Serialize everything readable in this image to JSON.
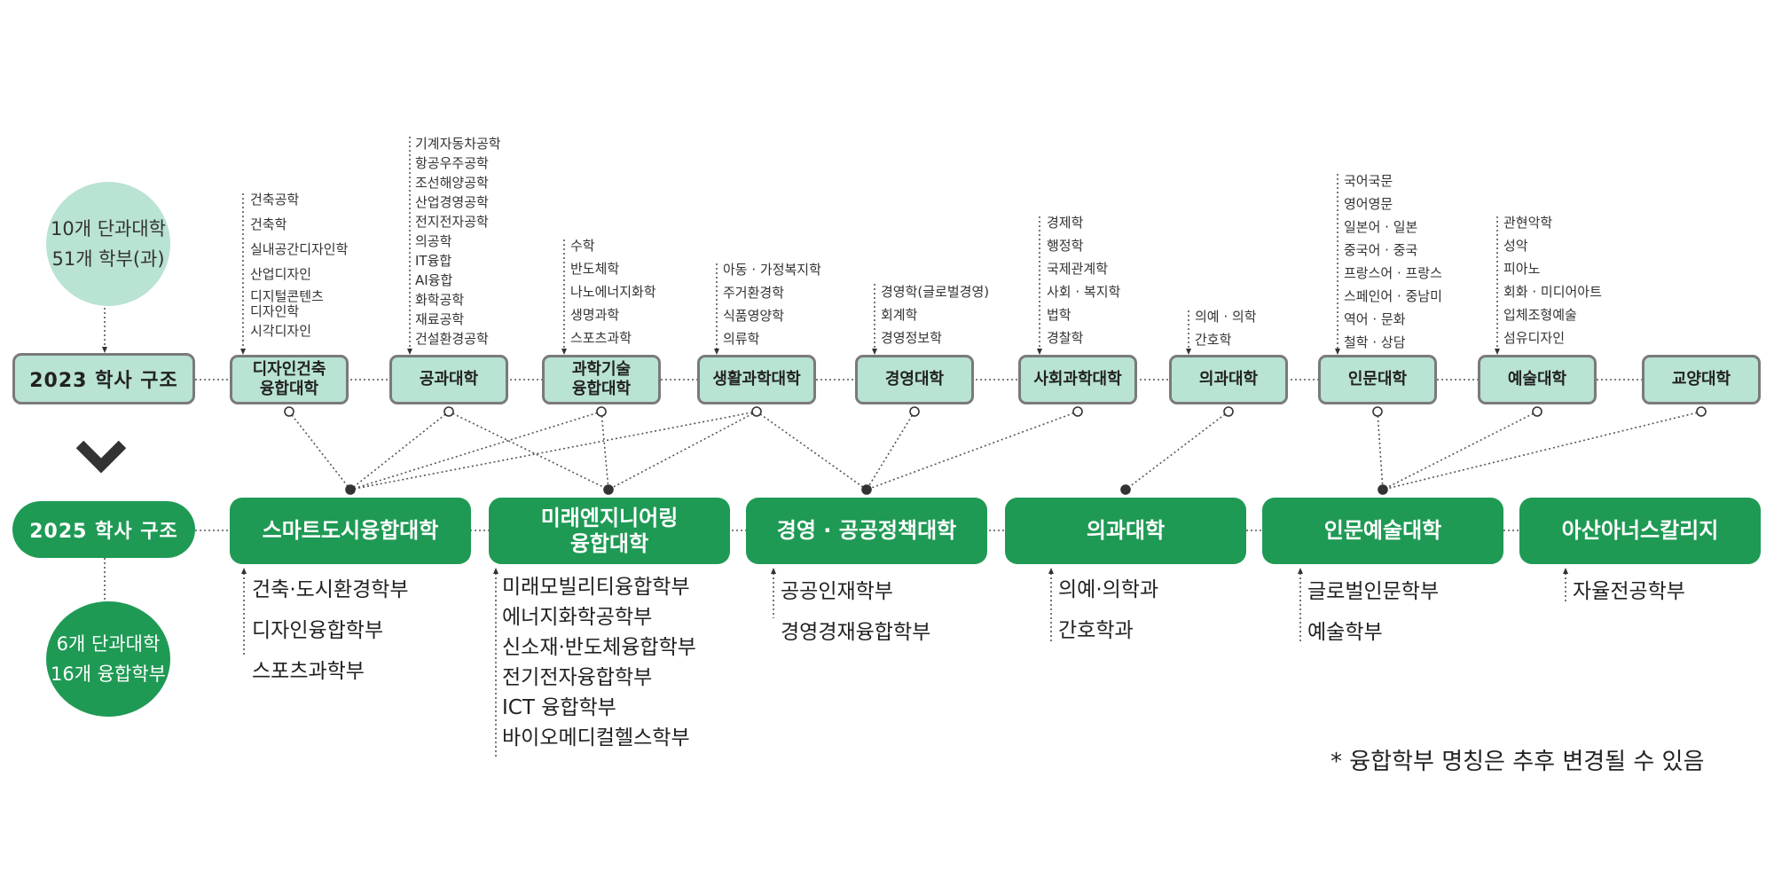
{
  "summary_2023": {
    "line1": "10개 단과대학",
    "line2": "51개 학부(과)"
  },
  "summary_2025": {
    "line1": "6개 단과대학",
    "line2": "16개 융합학부"
  },
  "label_2023": "2023 학사 구조",
  "label_2025": "2025 학사 구조",
  "colleges_2023": [
    {
      "name": "디자인건축\n융합대학",
      "departments": [
        "건축공학",
        "건축학",
        "실내공간디자인학",
        "산업디자인",
        "디지털콘텐츠\n디자인학",
        "시각디자인"
      ]
    },
    {
      "name": "공과대학",
      "departments": [
        "기계자동차공학",
        "항공우주공학",
        "조선해양공학",
        "산업경영공학",
        "전지전자공학",
        "의공학",
        "IT융합",
        "AI융합",
        "화학공학",
        "재료공학",
        "건설환경공학"
      ]
    },
    {
      "name": "과학기술\n융합대학",
      "departments": [
        "수학",
        "반도체학",
        "나노에너지화학",
        "생명과학",
        "스포츠과학"
      ]
    },
    {
      "name": "생활과학대학",
      "departments": [
        "아동 · 가정복지학",
        "주거환경학",
        "식품영양학",
        "의류학"
      ]
    },
    {
      "name": "경영대학",
      "departments": [
        "경영학(글로벌경영)",
        "회계학",
        "경영정보학"
      ]
    },
    {
      "name": "사회과학대학",
      "departments": [
        "경제학",
        "행정학",
        "국제관계학",
        "사회 · 복지학",
        "법학",
        "경찰학"
      ]
    },
    {
      "name": "의과대학",
      "departments": [
        "의예 · 의학",
        "간호학"
      ]
    },
    {
      "name": "인문대학",
      "departments": [
        "국어국문",
        "영어영문",
        "일본어 · 일본",
        "중국어 · 중국",
        "프랑스어 · 프랑스",
        "스페인어 · 중남미",
        "역어 · 문화",
        "철학 · 상담"
      ]
    },
    {
      "name": "예술대학",
      "departments": [
        "관현악학",
        "성악",
        "피아노",
        "회화 · 미디어아트",
        "입체조형예술",
        "섬유디자인"
      ]
    },
    {
      "name": "교양대학",
      "departments": []
    }
  ],
  "colleges_2025": [
    {
      "name": "스마트도시융합대학",
      "schools": [
        "건축·도시환경학부",
        "디자인융합학부",
        "스포츠과학부"
      ]
    },
    {
      "name": "미래엔지니어링\n융합대학",
      "schools": [
        "미래모빌리티융합학부",
        "에너지화학공학부",
        "신소재·반도체융합학부",
        "전기전자융합학부",
        "ICT 융합학부",
        "바이오메디컬헬스학부"
      ]
    },
    {
      "name": "경영 · 공공정책대학",
      "schools": [
        "공공인재학부",
        "경영경재융합학부"
      ]
    },
    {
      "name": "의과대학",
      "schools": [
        "의예·의학과",
        "간호학과"
      ]
    },
    {
      "name": "인문예술대학",
      "schools": [
        "글로벌인문학부",
        "예술학부"
      ]
    },
    {
      "name": "아산아너스칼리지",
      "schools": [
        "자율전공학부"
      ]
    }
  ],
  "note": "* 융합학부 명칭은 추후 변경될 수 있음",
  "colors": {
    "light_green": "#b9e3d2",
    "dark_green": "#1f9a55",
    "border_gray": "#7a7a7a",
    "line_gray": "#555555"
  }
}
